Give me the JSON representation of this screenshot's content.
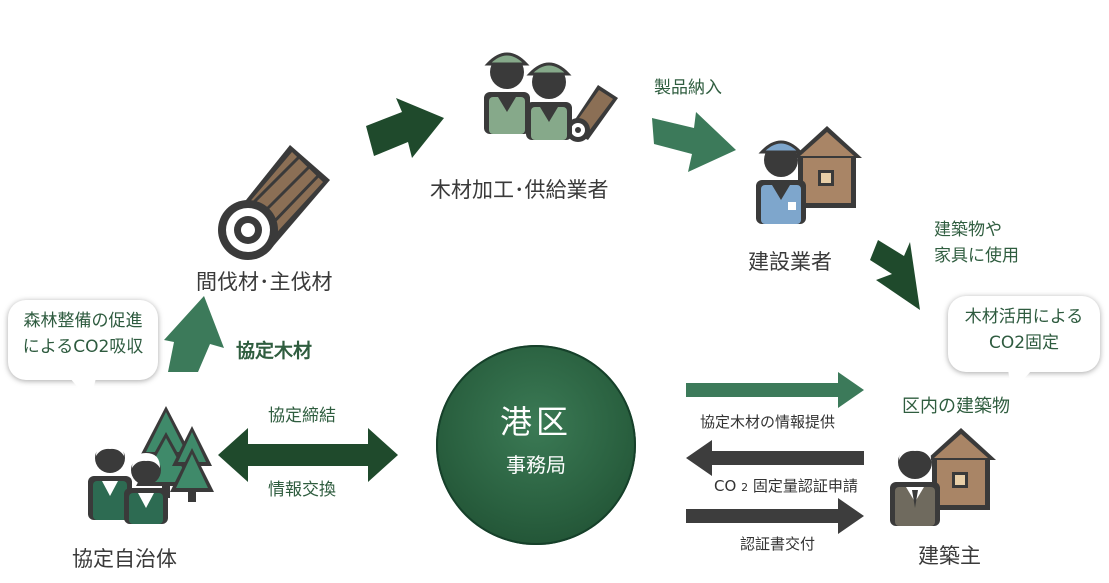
{
  "nodes": {
    "log": "間伐材･主伐材",
    "processor": "木材加工･供給業者",
    "builder": "建設業者",
    "owner": "建築主",
    "municipality": "協定自治体",
    "office_title": "港区",
    "office_sub": "事務局",
    "building": "区内の建築物"
  },
  "labels": {
    "product_delivery": "製品納入",
    "use_line1": "建築物や",
    "use_line2": "家具に使用",
    "agreement_wood": "協定木材",
    "agreement_sign": "協定締結",
    "info_exchange": "情報交換",
    "info_provide": "協定木材の情報提供",
    "co2_apply_prefix": "CO",
    "co2_apply_sub": "2",
    "co2_apply_suffix": "固定量認証申請",
    "cert_issue": "認証書交付"
  },
  "bubbles": {
    "forest_line1": "森林整備の促進",
    "forest_line2": "によるCO2吸収",
    "wood_line1": "木材活用による",
    "wood_line2": "CO2固定"
  },
  "colors": {
    "dark_green": "#1f4a2c",
    "mid_green": "#3c7a5a",
    "circle_green": "#2a6140",
    "gray_arrow": "#3d3d3d",
    "wood_brown": "#8b6f55"
  }
}
